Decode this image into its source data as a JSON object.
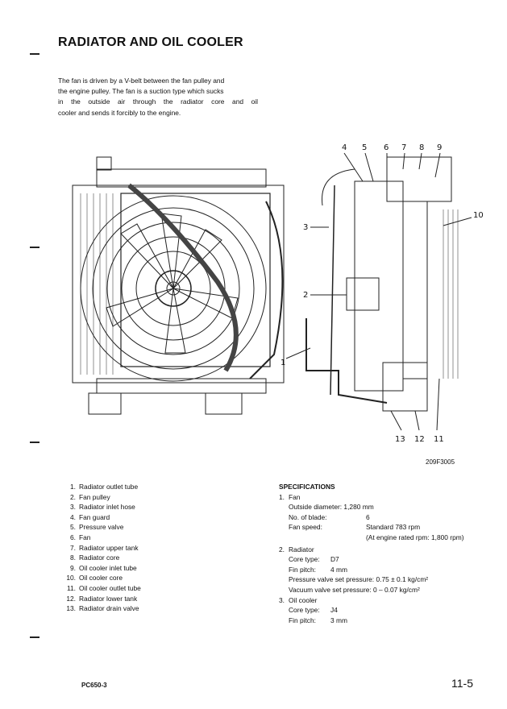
{
  "title": "RADIATOR AND OIL COOLER",
  "intro_lines": [
    "The fan is driven by a V-belt between the fan pulley and",
    "the engine pulley. The fan is a suction type which sucks",
    "in the outside air through the radiator core and oil",
    "cooler and sends it forcibly to the engine."
  ],
  "figure": {
    "code": "209F3005",
    "callouts_top": [
      "4",
      "5",
      "6",
      "7",
      "8",
      "9"
    ],
    "callout_10": "10",
    "callout_3": "3",
    "callout_2": "2",
    "callout_1": "1",
    "callouts_bottom": [
      "13",
      "12",
      "11"
    ]
  },
  "parts": [
    {
      "num": "1.",
      "label": "Radiator outlet tube"
    },
    {
      "num": "2.",
      "label": "Fan pulley"
    },
    {
      "num": "3.",
      "label": "Radiator inlet hose"
    },
    {
      "num": "4.",
      "label": "Fan guard"
    },
    {
      "num": "5.",
      "label": "Pressure valve"
    },
    {
      "num": "6.",
      "label": "Fan"
    },
    {
      "num": "7.",
      "label": "Radiator upper tank"
    },
    {
      "num": "8.",
      "label": "Radiator core"
    },
    {
      "num": "9.",
      "label": "Oil cooler inlet tube"
    },
    {
      "num": "10.",
      "label": "Oil cooler core"
    },
    {
      "num": "11.",
      "label": "Oil cooler outlet tube"
    },
    {
      "num": "12.",
      "label": "Radiator lower tank"
    },
    {
      "num": "13.",
      "label": "Radiator drain valve"
    }
  ],
  "specs": {
    "heading": "SPECIFICATIONS",
    "fan": {
      "num": "1.",
      "name": "Fan",
      "outside_diameter": "Outside diameter: 1,280 mm",
      "blade_key": "No. of blade:",
      "blade_val": "6",
      "speed_key": "Fan speed:",
      "speed_val": "Standard 783 rpm",
      "speed_note": "(At engine rated rpm: 1,800 rpm)"
    },
    "radiator": {
      "num": "2.",
      "name": "Radiator",
      "core_key": "Core type:",
      "core_val": "D7",
      "fin_key": "Fin pitch:",
      "fin_val": "4 mm",
      "pressure_valve": "Pressure valve set pressure:  0.75 ± 0.1 kg/cm²",
      "vacuum_valve": "Vacuum valve set pressure:  0 – 0.07 kg/cm²"
    },
    "oil_cooler": {
      "num": "3.",
      "name": "Oil cooler",
      "core_key": "Core type:",
      "core_val": "J4",
      "fin_key": "Fin pitch:",
      "fin_val": "3 mm"
    }
  },
  "footer": {
    "model": "PC650-3",
    "page": "11-5"
  }
}
